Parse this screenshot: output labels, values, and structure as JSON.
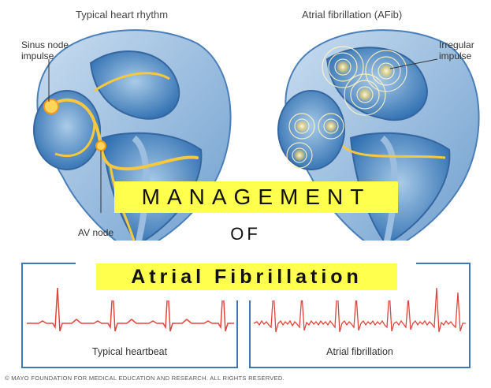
{
  "panels": {
    "left_title": "Typical heart rhythm",
    "right_title": "Atrial fibrillation (AFib)",
    "callout_sinus": [
      "Sinus node",
      "impulse"
    ],
    "callout_av": "AV node",
    "callout_irregular": [
      "Irregular",
      "impulse"
    ]
  },
  "ecg": {
    "left_label": "Typical heartbeat",
    "right_label": "Atrial fibrillation",
    "trace_color": "#e0453c",
    "frame_color": "#3b78b8"
  },
  "overlay": {
    "title": "MANAGEMENT",
    "connector": "OF",
    "subtitle": "Atrial Fibrillation",
    "highlight_color": "#ffff4d"
  },
  "copyright": "© MAYO FOUNDATION FOR MEDICAL EDUCATION AND RESEARCH. ALL RIGHTS RESERVED."
}
